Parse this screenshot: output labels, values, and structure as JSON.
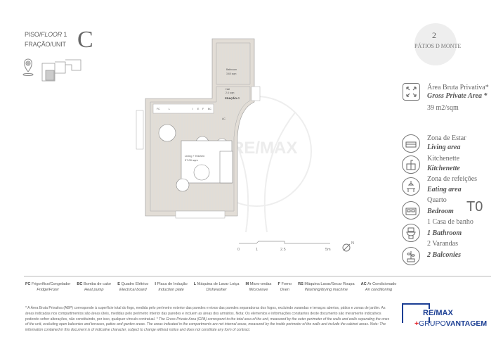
{
  "header": {
    "floor_label_pt": "PISO/",
    "floor_label_en": "FLOOR",
    "floor_number": "1",
    "unit_label": "FRAÇÃO/UNIT",
    "unit_letter": "C"
  },
  "brand": {
    "name": "PÁTIOS D MONTE",
    "emblem_letter": "2"
  },
  "area": {
    "label_pt": "Área Bruta Privativa*",
    "label_en": "Gross Private Area *",
    "value": "39 m2/sqm"
  },
  "features": [
    {
      "pt": "Zona de Estar",
      "en": "Living area",
      "icon": "sofa-icon"
    },
    {
      "pt": "Kitchenette",
      "en": "Kitchenette",
      "icon": "kitchen-icon"
    },
    {
      "pt": "Zona de refeições",
      "en": "Eating area",
      "icon": "dining-icon"
    },
    {
      "pt": "Quarto",
      "en": "Bedroom",
      "icon": "bed-icon"
    },
    {
      "pt": "1 Casa de banho",
      "en": "1 Bathroom",
      "icon": "toilet-icon"
    },
    {
      "pt": "2 Varandas",
      "en": "2 Balconies",
      "icon": "plant-icon"
    }
  ],
  "typology": "T0",
  "plan": {
    "bathroom": "Bathroom",
    "bathroom_area": "3.60 sqm",
    "hall": "Hall",
    "hall_area": "2.4 sqm",
    "unit_tag": "FRAÇÃO C",
    "living": "Living + Kitchen",
    "living_area": "37.00 sqm",
    "fixtures": [
      "FC",
      "L",
      "I",
      "E",
      "F",
      "BC",
      "AC"
    ]
  },
  "scale": {
    "ticks": [
      "0",
      "1",
      "2.5",
      "5m"
    ],
    "north": "N"
  },
  "legend": [
    {
      "code": "FC",
      "pt": "Frigorífico/Congelador",
      "en": "Fridge/Frizer"
    },
    {
      "code": "BC",
      "pt": "Bomba de calor",
      "en": "Heat pump"
    },
    {
      "code": "E",
      "pt": "Quadro Elétrico",
      "en": "Electrical board"
    },
    {
      "code": "I",
      "pt": "Placa de Indução",
      "en": "Induction plate"
    },
    {
      "code": "L",
      "pt": "Máquina de Lavar Loiça",
      "en": "Dishwasher"
    },
    {
      "code": "M",
      "pt": "Micro-ondas",
      "en": "Microwave"
    },
    {
      "code": "F",
      "pt": "Forno",
      "en": "Oven"
    },
    {
      "code": "RS",
      "pt": "Máquina Lavar/Secar Roupa",
      "en": "Washing/drying machine"
    },
    {
      "code": "AC",
      "pt": "Ar Condicionado",
      "en": "Air conditioning"
    }
  ],
  "footnote_pt": "* A Área Bruta Privativa (ABP) corresponde à superfície total do fogo, medida pelo perímetro exterior das paredes e eixos das paredes separadoras dos fogos, excluindo varandas e terraços abertos, pátios e zonas de jardim. As áreas indicadas nos compartimentos são áreas úteis, medidas pelo perímetro interior das paredes e incluem as áreas dos armários. Nota: Os elementos e informações constantes deste documento são meramente indicativos podendo sofrer alterações, não constituindo, por isso, qualquer vínculo contratual.",
  "footnote_en": "* The Gross Private Area (GPA) correspond to the total area of the unit, measured by the outer perimeter of the walls and walls separating the ones of the unit, excluding open balconies and terraces, patios and garden areas. The areas indicated in the compartments are net internal areas, measured by the inside perimeter of the walls and include the cabinet areas. Note: The information contained in this document is of indicative character, subject to change without notice and does not constitute any form of contract.",
  "agency": {
    "line1": "RE/MAX",
    "line2_a": "GRUPO",
    "line2_b": "VANTAGEM",
    "plus": "+"
  },
  "watermark": "RE/MAX",
  "colors": {
    "remax_blue": "#1c3f94",
    "remax_red": "#e11b22",
    "wall": "#e2ddd6"
  }
}
